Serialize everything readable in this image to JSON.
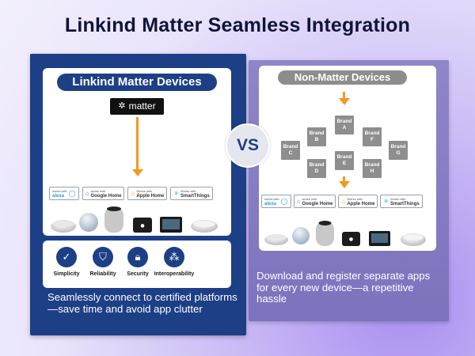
{
  "title": "Linkind Matter Seamless Integration",
  "left": {
    "heading": "Linkind Matter Devices",
    "logo_text": "matter",
    "badges": [
      {
        "icon": "alexa-ring-icon",
        "line1": "works with",
        "line2": "alexa"
      },
      {
        "icon": "google-home-icon",
        "line1": "works with",
        "line2": "Google Home"
      },
      {
        "icon": "apple-home-icon",
        "line1": "Works with",
        "line2": "Apple Home"
      },
      {
        "icon": "smartthings-icon",
        "line1": "Works with",
        "line2": "SmartThings"
      }
    ],
    "features": [
      {
        "icon": "check-shield-icon",
        "label": "Simplicity"
      },
      {
        "icon": "shield-check-icon",
        "label": "Reliability"
      },
      {
        "icon": "lock-icon",
        "label": "Security"
      },
      {
        "icon": "network-nodes-icon",
        "label": "Interoperability"
      }
    ],
    "caption": "Seamlessly connect to certified platforms—save time and avoid app clutter"
  },
  "vs_label": "VS",
  "right": {
    "heading": "Non-Matter Devices",
    "brands": [
      {
        "id": "A",
        "label1": "Brand",
        "label2": "A"
      },
      {
        "id": "B",
        "label1": "Brand",
        "label2": "B"
      },
      {
        "id": "F",
        "label1": "Brand",
        "label2": "F"
      },
      {
        "id": "C",
        "label1": "Brand",
        "label2": "C"
      },
      {
        "id": "E",
        "label1": "Brand",
        "label2": "E"
      },
      {
        "id": "G",
        "label1": "Brand",
        "label2": "G"
      },
      {
        "id": "D",
        "label1": "Brand",
        "label2": "D"
      },
      {
        "id": "H",
        "label1": "Brand",
        "label2": "H"
      }
    ],
    "badges": [
      {
        "icon": "alexa-ring-icon",
        "line1": "works with",
        "line2": "alexa"
      },
      {
        "icon": "google-home-icon",
        "line1": "works with",
        "line2": "Google Home"
      },
      {
        "icon": "apple-home-icon",
        "line1": "Works with",
        "line2": "Apple Home"
      },
      {
        "icon": "smartthings-icon",
        "line1": "Works with",
        "line2": "SmartThings"
      }
    ],
    "caption": "Download and register separate apps for every new device—a repetitive hassle"
  },
  "colors": {
    "navy": "#1d3f86",
    "accent_orange": "#f29a1e",
    "brand_gray": "#8e8e8e",
    "right_panel": "#8f86c9"
  }
}
